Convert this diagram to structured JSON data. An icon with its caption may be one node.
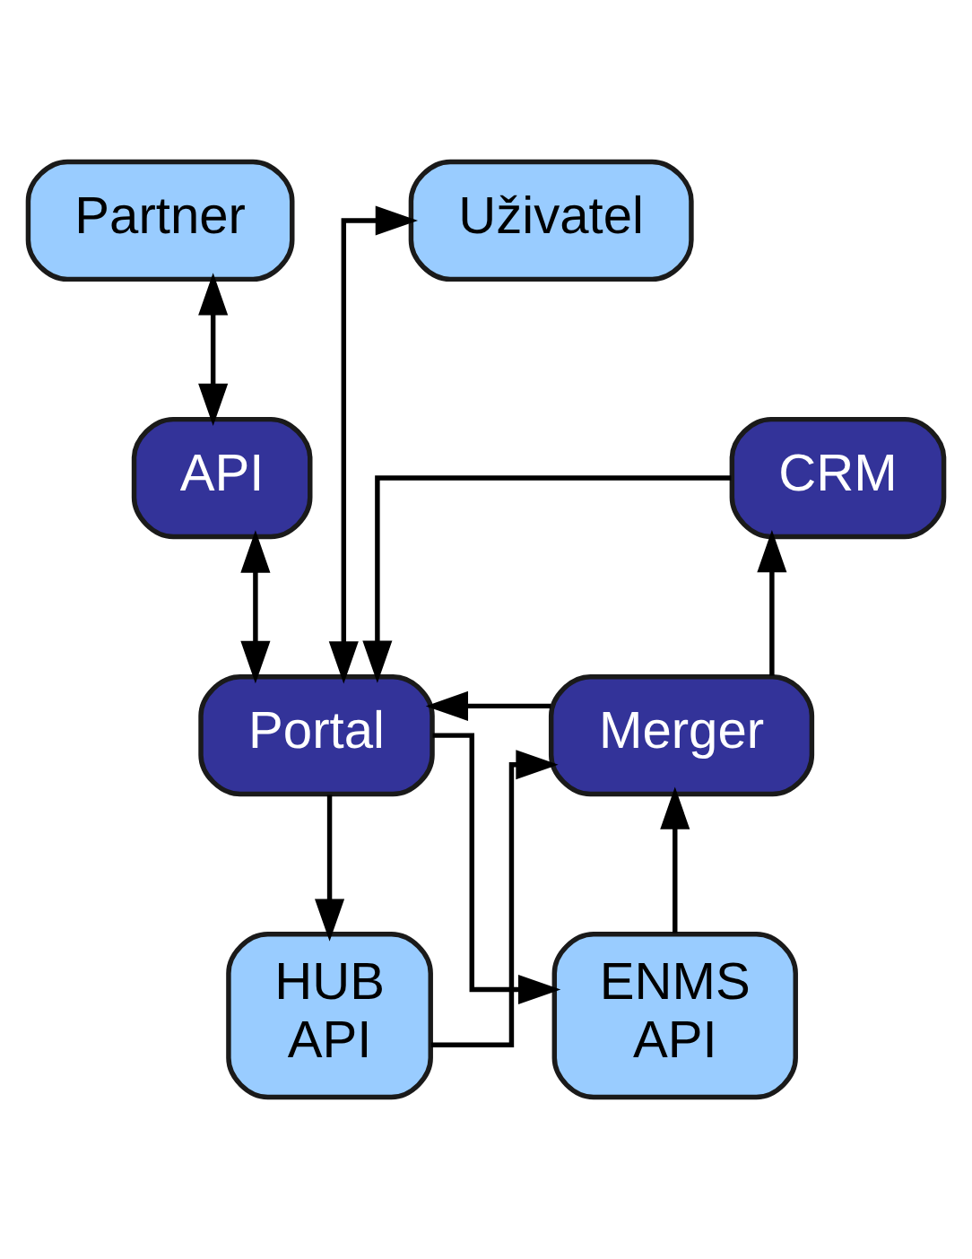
{
  "diagram": {
    "nodes": [
      {
        "text": [
          "Uživatel"
        ]
      },
      {
        "text": [
          "Partner"
        ]
      },
      {
        "text": [
          "API"
        ]
      },
      {
        "text": [
          "CRM"
        ]
      },
      {
        "text": [
          "Portal"
        ]
      },
      {
        "text": [
          "Merger"
        ]
      },
      {
        "text": [
          "HUB API"
        ]
      },
      {
        "text": [
          "ENMS API"
        ]
      }
    ],
    "edges": [
      {
        "from": 0,
        "to": 4,
        "arrow": "both"
      },
      {
        "from": 1,
        "to": 2,
        "arrow": "both"
      },
      {
        "from": 2,
        "to": 4,
        "arrow": "both"
      },
      {
        "from": 3,
        "to": 4,
        "arrow": "to"
      },
      {
        "from": 5,
        "to": 4,
        "arrow": "to"
      },
      {
        "from": 5,
        "to": 3,
        "arrow": "to"
      },
      {
        "from": 4,
        "to": 6,
        "arrow": "to"
      },
      {
        "from": 4,
        "to": 7,
        "arrow": "to"
      },
      {
        "from": 6,
        "to": 5,
        "arrow": "to"
      },
      {
        "from": 7,
        "to": 5,
        "arrow": "to"
      }
    ]
  }
}
